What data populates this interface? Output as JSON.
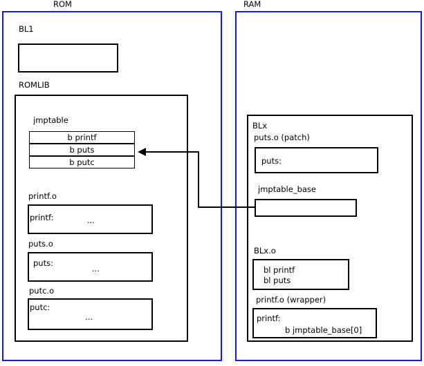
{
  "diagram": {
    "title": "ROM / RAM jump table patching diagram",
    "colors": {
      "region_border": "#1414ff",
      "box_border": "#000000",
      "text": "#000000",
      "background": "#ffffff"
    },
    "regions": [
      {
        "id": "rom",
        "label": "ROM"
      },
      {
        "id": "ram",
        "label": "RAM"
      }
    ],
    "rom": {
      "bl1": {
        "label": "BL1",
        "body": ""
      },
      "romlib": {
        "label": "ROMLIB",
        "jmptable": {
          "label": "jmptable",
          "entries": [
            {
              "text": "b printf"
            },
            {
              "text": "b puts"
            },
            {
              "text": "b putc"
            }
          ]
        },
        "objects": [
          {
            "label": "printf.o",
            "symbol": "printf:",
            "body": "..."
          },
          {
            "label": "puts.o",
            "symbol": "puts:",
            "body": "..."
          },
          {
            "label": "putc.o",
            "symbol": "putc:",
            "body": "..."
          }
        ]
      }
    },
    "ram": {
      "blx": {
        "label": "BLx",
        "patch": {
          "label": "puts.o (patch)",
          "symbol": "puts:"
        },
        "jmptable_base": {
          "label": "jmptable_base",
          "body": ""
        },
        "blx_o": {
          "label": "BLx.o",
          "line1": "bl printf",
          "line2": "bl puts"
        },
        "printf_wrapper": {
          "label": "printf.o (wrapper)",
          "symbol": "printf:",
          "instruction": "b jmptable_base[0]"
        }
      }
    },
    "connector": {
      "name": "jmptable-base-to-b-puts-arrow",
      "from": "jmptable_base",
      "to": "b puts"
    }
  }
}
